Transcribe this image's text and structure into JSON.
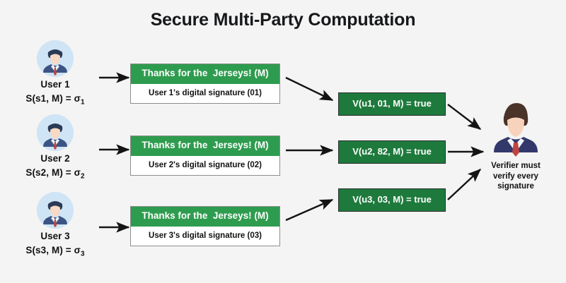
{
  "page": {
    "title": "Secure Multi-Party Computation",
    "background_color": "#f4f4f4"
  },
  "colors": {
    "message_header_green": "#2e9c4e",
    "verify_box_green": "#1e7a3c",
    "card_border": "#8d8d8d",
    "text_dark": "#111111",
    "avatar_circle": "#cfe4f5",
    "arrow": "#141414"
  },
  "users": [
    {
      "name": "User 1",
      "signature_formula": "S(s1, M) = σ",
      "signature_index": "1",
      "avatar_icon": "user-avatar-icon",
      "message_header": "Thanks for the  Jerseys! (M)",
      "message_signature": "User 1's digital signature (01)",
      "verification": "V(u1, 01, M) = true"
    },
    {
      "name": "User 2",
      "signature_formula": "S(s2, M) =  σ",
      "signature_index": "2",
      "avatar_icon": "user-avatar-icon",
      "message_header": "Thanks for the  Jerseys! (M)",
      "message_signature": "User 2's digital signature (02)",
      "verification": "V(u2, 82, M) = true"
    },
    {
      "name": "User 3",
      "signature_formula": "S(s3, M) =  σ",
      "signature_index": "3",
      "avatar_icon": "user-avatar-icon",
      "message_header": "Thanks for the  Jerseys! (M)",
      "message_signature": "User 3's digital signature (03)",
      "verification": "V(u3, 03, M) = true"
    }
  ],
  "verifier": {
    "icon": "verifier-person-icon",
    "caption_line_1": "Verifier must",
    "caption_line_2": "verify every",
    "caption_line_3": "signature"
  }
}
